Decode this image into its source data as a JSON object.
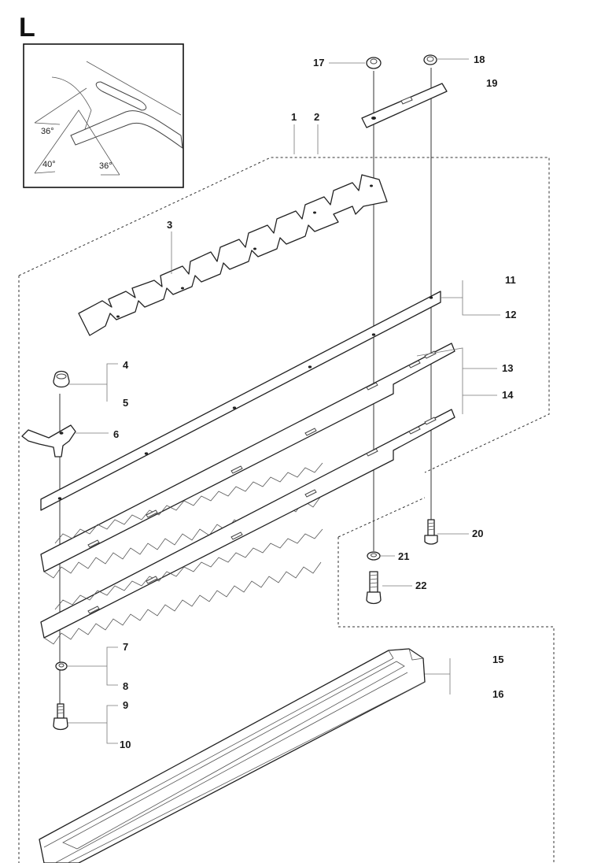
{
  "section_letter": "L",
  "inset": {
    "angles": [
      "36°",
      "40°",
      "36°"
    ]
  },
  "callouts": [
    {
      "id": "c1",
      "label": "1"
    },
    {
      "id": "c2",
      "label": "2"
    },
    {
      "id": "c3",
      "label": "3"
    },
    {
      "id": "c4",
      "label": "4"
    },
    {
      "id": "c5",
      "label": "5"
    },
    {
      "id": "c6",
      "label": "6"
    },
    {
      "id": "c7",
      "label": "7"
    },
    {
      "id": "c8",
      "label": "8"
    },
    {
      "id": "c9",
      "label": "9"
    },
    {
      "id": "c10",
      "label": "10"
    },
    {
      "id": "c11",
      "label": "11"
    },
    {
      "id": "c12",
      "label": "12"
    },
    {
      "id": "c13",
      "label": "13"
    },
    {
      "id": "c14",
      "label": "14"
    },
    {
      "id": "c15",
      "label": "15"
    },
    {
      "id": "c16",
      "label": "16"
    },
    {
      "id": "c17",
      "label": "17"
    },
    {
      "id": "c18",
      "label": "18"
    },
    {
      "id": "c19",
      "label": "19"
    },
    {
      "id": "c20",
      "label": "20"
    },
    {
      "id": "c21",
      "label": "21"
    },
    {
      "id": "c22",
      "label": "22"
    }
  ]
}
